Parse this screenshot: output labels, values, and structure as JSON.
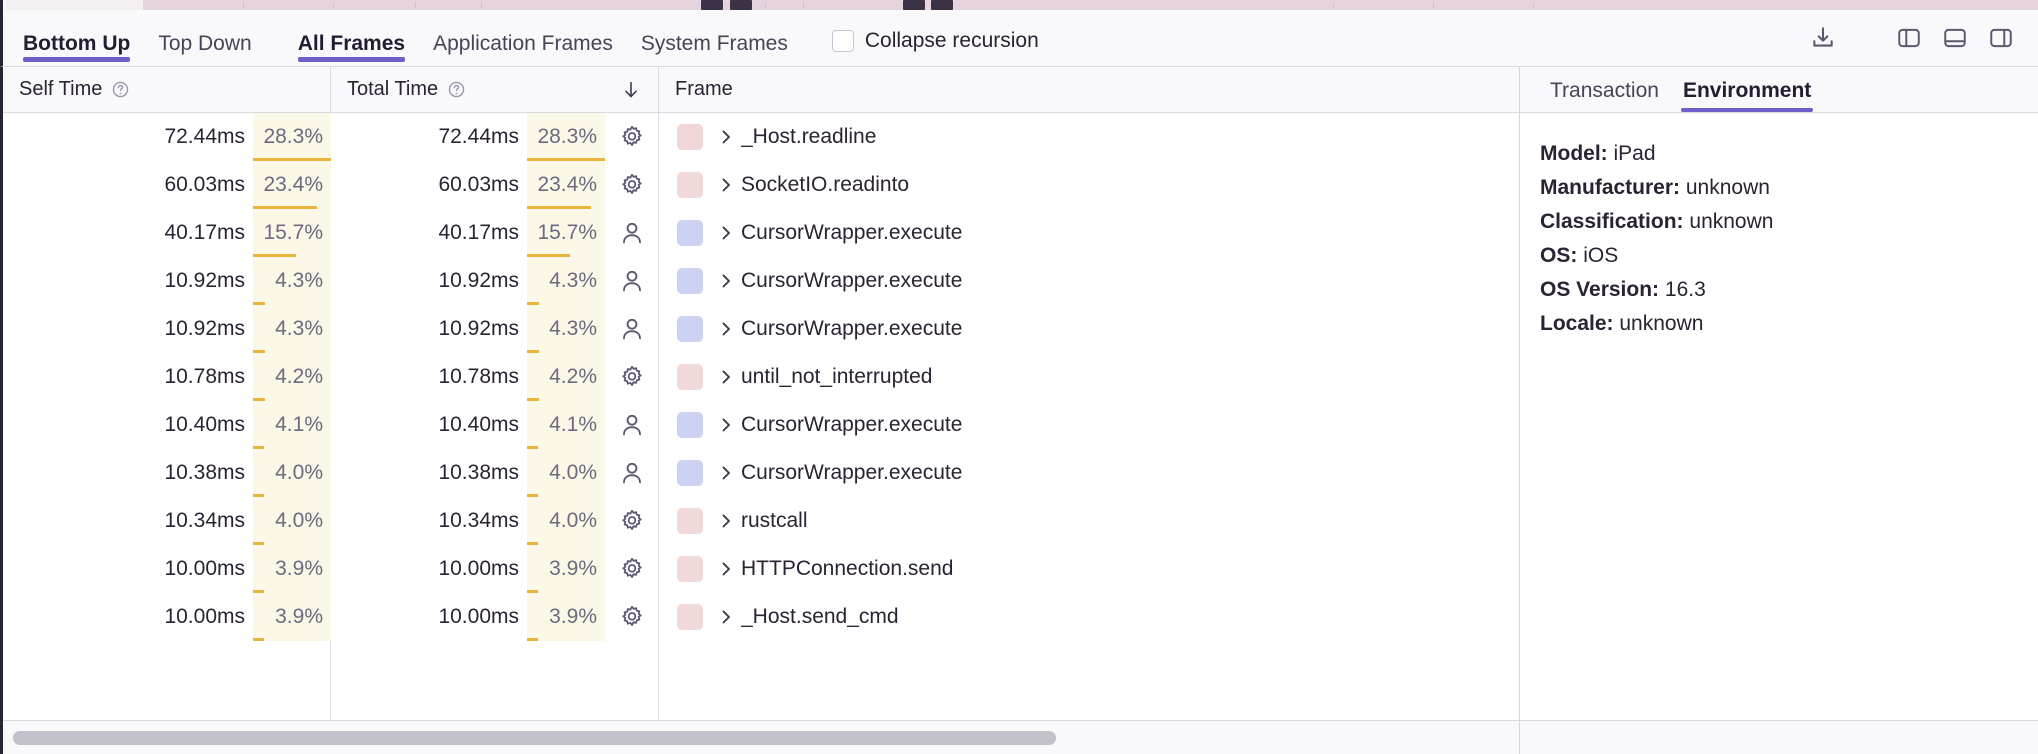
{
  "toolbar": {
    "view_tabs": [
      {
        "label": "Bottom Up",
        "active": true
      },
      {
        "label": "Top Down",
        "active": false
      }
    ],
    "frame_tabs": [
      {
        "label": "All Frames",
        "active": true
      },
      {
        "label": "Application Frames",
        "active": false
      },
      {
        "label": "System Frames",
        "active": false
      }
    ],
    "collapse_recursion": {
      "label": "Collapse recursion",
      "checked": false
    },
    "icons": [
      {
        "name": "download-icon",
        "title": "Export"
      },
      {
        "name": "panel-left-icon",
        "title": "Toggle left panel"
      },
      {
        "name": "panel-bottom-icon",
        "title": "Toggle bottom panel"
      },
      {
        "name": "panel-right-icon",
        "title": "Toggle right panel"
      }
    ]
  },
  "table": {
    "columns": [
      {
        "key": "self_time",
        "label": "Self Time",
        "has_help": true,
        "sorted": false
      },
      {
        "key": "total_time",
        "label": "Total Time",
        "has_help": true,
        "sorted": true,
        "sort_dir": "desc"
      },
      {
        "key": "frame",
        "label": "Frame",
        "has_help": false,
        "sorted": false
      }
    ],
    "rows": [
      {
        "self_time": "72.44ms",
        "self_pct": "28.3%",
        "self_pct_num": 28.3,
        "total_time": "72.44ms",
        "total_pct": "28.3%",
        "total_pct_num": 28.3,
        "kind": "system",
        "icon": "gear-icon",
        "swatch": "#f0d6d6",
        "frame": "_Host.readline"
      },
      {
        "self_time": "60.03ms",
        "self_pct": "23.4%",
        "self_pct_num": 23.4,
        "total_time": "60.03ms",
        "total_pct": "23.4%",
        "total_pct_num": 23.4,
        "kind": "system",
        "icon": "gear-icon",
        "swatch": "#f2d9d9",
        "frame": "SocketIO.readinto"
      },
      {
        "self_time": "40.17ms",
        "self_pct": "15.7%",
        "self_pct_num": 15.7,
        "total_time": "40.17ms",
        "total_pct": "15.7%",
        "total_pct_num": 15.7,
        "kind": "application",
        "icon": "person-icon",
        "swatch": "#ccd2f2",
        "frame": "CursorWrapper.execute"
      },
      {
        "self_time": "10.92ms",
        "self_pct": "4.3%",
        "self_pct_num": 4.3,
        "total_time": "10.92ms",
        "total_pct": "4.3%",
        "total_pct_num": 4.3,
        "kind": "application",
        "icon": "person-icon",
        "swatch": "#ccd2f2",
        "frame": "CursorWrapper.execute"
      },
      {
        "self_time": "10.92ms",
        "self_pct": "4.3%",
        "self_pct_num": 4.3,
        "total_time": "10.92ms",
        "total_pct": "4.3%",
        "total_pct_num": 4.3,
        "kind": "application",
        "icon": "person-icon",
        "swatch": "#ccd2f2",
        "frame": "CursorWrapper.execute"
      },
      {
        "self_time": "10.78ms",
        "self_pct": "4.2%",
        "self_pct_num": 4.2,
        "total_time": "10.78ms",
        "total_pct": "4.2%",
        "total_pct_num": 4.2,
        "kind": "system",
        "icon": "gear-icon",
        "swatch": "#f2d9d9",
        "frame": "until_not_interrupted"
      },
      {
        "self_time": "10.40ms",
        "self_pct": "4.1%",
        "self_pct_num": 4.1,
        "total_time": "10.40ms",
        "total_pct": "4.1%",
        "total_pct_num": 4.1,
        "kind": "application",
        "icon": "person-icon",
        "swatch": "#ccd2f2",
        "frame": "CursorWrapper.execute"
      },
      {
        "self_time": "10.38ms",
        "self_pct": "4.0%",
        "self_pct_num": 4.0,
        "total_time": "10.38ms",
        "total_pct": "4.0%",
        "total_pct_num": 4.0,
        "kind": "application",
        "icon": "person-icon",
        "swatch": "#ccd2f2",
        "frame": "CursorWrapper.execute"
      },
      {
        "self_time": "10.34ms",
        "self_pct": "4.0%",
        "self_pct_num": 4.0,
        "total_time": "10.34ms",
        "total_pct": "4.0%",
        "total_pct_num": 4.0,
        "kind": "system",
        "icon": "gear-icon",
        "swatch": "#f2d9d9",
        "frame": "rustcall"
      },
      {
        "self_time": "10.00ms",
        "self_pct": "3.9%",
        "self_pct_num": 3.9,
        "total_time": "10.00ms",
        "total_pct": "3.9%",
        "total_pct_num": 3.9,
        "kind": "system",
        "icon": "gear-icon",
        "swatch": "#f2d9d9",
        "frame": "HTTPConnection.send"
      },
      {
        "self_time": "10.00ms",
        "self_pct": "3.9%",
        "self_pct_num": 3.9,
        "total_time": "10.00ms",
        "total_pct": "3.9%",
        "total_pct_num": 3.9,
        "kind": "system",
        "icon": "gear-icon",
        "swatch": "#f2d9d9",
        "frame": "_Host.send_cmd"
      }
    ]
  },
  "details": {
    "tabs": [
      {
        "label": "Transaction",
        "active": false
      },
      {
        "label": "Environment",
        "active": true
      }
    ],
    "environment": [
      {
        "key": "Model:",
        "value": "iPad"
      },
      {
        "key": "Manufacturer:",
        "value": "unknown"
      },
      {
        "key": "Classification:",
        "value": "unknown"
      },
      {
        "key": "OS:",
        "value": "iOS"
      },
      {
        "key": "OS Version:",
        "value": "16.3"
      },
      {
        "key": "Locale:",
        "value": "unknown"
      }
    ]
  },
  "colors": {
    "accent": "#6c5fc7",
    "system_frame": "#f2d9d9",
    "application_frame": "#ccd2f2",
    "pct_bg": "#fcf8e7",
    "pct_bar": "#e9b43c",
    "text": "#2b2233"
  }
}
